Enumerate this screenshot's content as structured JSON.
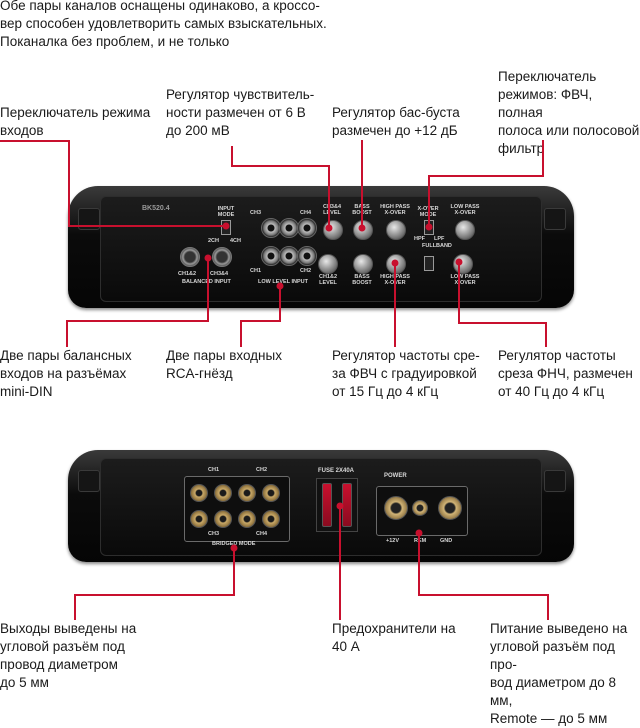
{
  "intro": "Обе пары каналов оснащены одинаково, а кроссо-\nвер способен удовлетворить самых взыскательных.\nПоканалка без проблем, и не только",
  "callouts_top": {
    "input_mode": "Переключатель режима\nвходов",
    "sensitivity": "Регулятор чувствитель-\nности размечен от 6 В\nдо 200 мВ",
    "bass_boost": "Регулятор бас-буста\nразмечен до +12 дБ",
    "xover_mode": "Переключатель\nрежимов: ФВЧ, полная\nполоса или полосовой\nфильтр"
  },
  "callouts_mid": {
    "balanced": "Две пары балансных\nвходов на разъёмах\nmini-DIN",
    "rca": "Две пары входных\nRCA-гнёзд",
    "hpf": "Регулятор частоты сре-\nза ФВЧ с градуировкой\nот 15 Гц до 4 кГц",
    "lpf": "Регулятор частоты\nсреза ФНЧ, размечен\nот 40 Гц до 4 кГц"
  },
  "callouts_bottom": {
    "outputs": "Выходы выведены на\nугловой разъём под\nпровод диаметром\nдо 5 мм",
    "fuses": "Предохранители на\n40 А",
    "power": "Питание выведено на\nугловой разъём под про-\nвод диаметром до 8 мм,\nRemote — до 5 мм"
  },
  "front_panel": {
    "model": "BK520.4",
    "input_mode": "INPUT\nMODE",
    "two_ch": "2CH",
    "four_ch": "4CH",
    "ch3": "CH3",
    "ch4": "CH4",
    "ch1": "CH1",
    "ch2": "CH2",
    "balanced_left": "CH1&2",
    "balanced_right": "CH3&4",
    "balanced_input": "BALANCED INPUT",
    "low_level_input": "LOW LEVEL INPUT",
    "level_top": "CH3&4\nLEVEL",
    "level_bottom": "CH1&2\nLEVEL",
    "bass_boost": "BASS\nBOOST",
    "high_pass": "HIGH PASS\nX-OVER",
    "xover_mode": "X-OVER\nMODE",
    "low_pass": "LOW PASS\nX-OVER",
    "hpf": "HPF",
    "lpf": "LPF",
    "full": "FULL",
    "band": "BAND"
  },
  "rear_panel": {
    "ch1": "CH1",
    "ch2": "CH2",
    "ch3": "CH3",
    "ch4": "CH4",
    "bridged_mode": "BRIDGED MODE",
    "fuse": "FUSE 2X40A",
    "power": "POWER",
    "plus12": "+12V",
    "rem": "REM",
    "gnd": "GND"
  }
}
